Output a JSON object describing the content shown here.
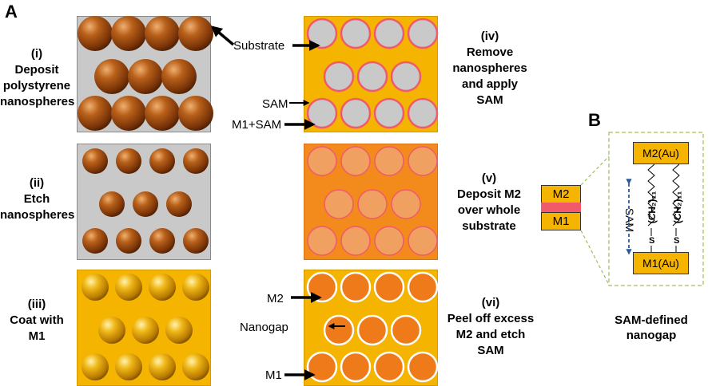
{
  "section_labels": {
    "a": "A",
    "b": "B"
  },
  "steps": {
    "i": [
      "(i)",
      "Deposit",
      "polystyrene",
      "nanospheres"
    ],
    "ii": [
      "(ii)",
      "Etch",
      "nanospheres"
    ],
    "iii": [
      "(iii)",
      "Coat with",
      "M1"
    ],
    "iv": [
      "(iv)",
      "Remove",
      "nanospheres",
      "and apply",
      "SAM"
    ],
    "v": [
      "(v)",
      "Deposit M2",
      "over whole",
      "substrate"
    ],
    "vi": [
      "(vi)",
      "Peel off excess",
      "M2 and etch",
      "SAM"
    ]
  },
  "callouts": {
    "substrate": "Substrate",
    "sam": "SAM",
    "m1_sam": "M1+SAM",
    "m2": "M2",
    "nanogap": "Nanogap",
    "m1": "M1"
  },
  "stack": {
    "top": "M2",
    "bottom": "M1"
  },
  "detail": {
    "top_electrode": "M2(Au)",
    "bottom_electrode": "M1(Au)",
    "sam_label": "SAM",
    "chain_left": "(CH₂)₁₁",
    "chain_right": "(CH₂)₁₁",
    "sulfur_left": "S",
    "sulfur_right": "S"
  },
  "caption_b": [
    "SAM-defined",
    "nanogap"
  ],
  "colors": {
    "substrate_gray": "#c9c9c9",
    "gold": "#f5b400",
    "orange_m2": "#f28a1c",
    "orange_dot": "#ee7a1a",
    "sam_pink": "#f05a6a",
    "nanosphere_brown": "#9a4a10",
    "dashed_green": "#9fbf5a",
    "arrow_blue": "#2a5a9a"
  }
}
